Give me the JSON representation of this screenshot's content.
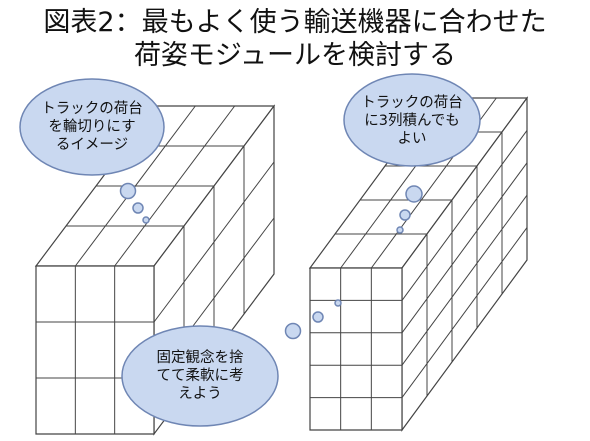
{
  "title": {
    "line1": "図表2：最もよく使う輸送機器に合わせた",
    "line2": "荷姿モジュールを検討する"
  },
  "bubbles": {
    "left": {
      "line1": "トラックの荷台",
      "line2": "を輪切りにす",
      "line3": "るイメージ"
    },
    "right": {
      "line1": "トラックの荷台",
      "line2": "に3列積んでも",
      "line3": "よい"
    },
    "bottom": {
      "line1": "固定観念を捨",
      "line2": "てて柔軟に考",
      "line3": "えよう"
    }
  },
  "colors": {
    "bubble_fill": "#c9d8f0",
    "bubble_stroke": "#6f86b4",
    "grid_stroke": "#444444"
  }
}
